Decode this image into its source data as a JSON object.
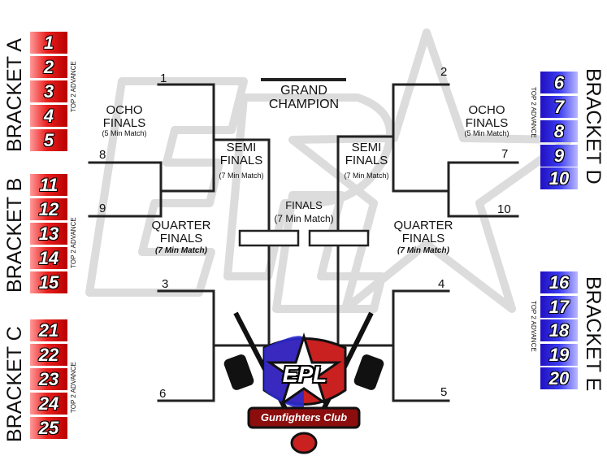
{
  "brackets": {
    "a": {
      "title": "BRACKET A",
      "note": "TOP 2 ADVANCE",
      "seeds": [
        "1",
        "2",
        "3",
        "4",
        "5"
      ]
    },
    "b": {
      "title": "BRACKET B",
      "note": "TOP 2 ADVANCE",
      "seeds": [
        "11",
        "12",
        "13",
        "14",
        "15"
      ]
    },
    "c": {
      "title": "BRACKET C",
      "note": "TOP 2 ADVANCE",
      "seeds": [
        "21",
        "22",
        "23",
        "24",
        "25"
      ]
    },
    "d": {
      "title": "BRACKET D",
      "note": "TOP 2 ADVANCE",
      "seeds": [
        "6",
        "7",
        "8",
        "9",
        "10"
      ]
    },
    "e": {
      "title": "BRACKET E",
      "note": "TOP 2 ADVANCE",
      "seeds": [
        "16",
        "17",
        "18",
        "19",
        "20"
      ]
    }
  },
  "slots": {
    "s1": "1",
    "s2": "2",
    "s3": "3",
    "s4": "4",
    "s5": "5",
    "s6": "6",
    "s7": "7",
    "s8": "8",
    "s9": "9",
    "s10": "10"
  },
  "rounds": {
    "ocho_left": {
      "line1": "OCHO",
      "line2": "FINALS",
      "note": "(5 Min Match)"
    },
    "ocho_right": {
      "line1": "OCHO",
      "line2": "FINALS",
      "note": "(5 Min Match)"
    },
    "semi_left": {
      "line1": "SEMI",
      "line2": "FINALS",
      "note": "(7 Min Match)"
    },
    "semi_right": {
      "line1": "SEMI",
      "line2": "FINALS",
      "note": "(7 Min Match)"
    },
    "quarter_left": {
      "line1": "QUARTER",
      "line2": "FINALS",
      "note": "(7 Min Match)"
    },
    "quarter_right": {
      "line1": "QUARTER",
      "line2": "FINALS",
      "note": "(7 Min Match)"
    },
    "finals": {
      "line1": "FINALS",
      "note": "(7 Min Match)"
    },
    "grand": {
      "line1": "GRAND",
      "line2": "CHAMPION"
    }
  },
  "logo": {
    "line1": "EPL",
    "line2": "Gunfighters Club"
  },
  "colors": {
    "red": "#e8201e",
    "blue": "#3a3af0",
    "line": "#222222",
    "watermark": "#dddddd"
  }
}
